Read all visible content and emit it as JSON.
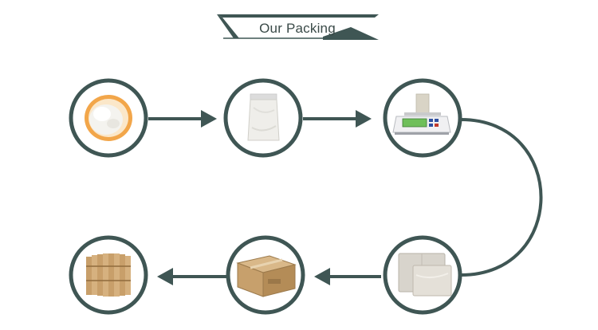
{
  "header": {
    "title": "Our Packing"
  },
  "colors": {
    "accent": "#3f5654",
    "ring": "#3f5654",
    "background": "#ffffff"
  },
  "steps": [
    {
      "name": "powder-in-bowl",
      "icon": "powder-bowl-icon"
    },
    {
      "name": "sealed-bag",
      "icon": "sealed-bag-icon"
    },
    {
      "name": "weighing-scale",
      "icon": "scale-icon"
    },
    {
      "name": "foil-bags",
      "icon": "foil-bag-icon"
    },
    {
      "name": "carton-box",
      "icon": "carton-box-icon"
    },
    {
      "name": "stacked-drums",
      "icon": "drums-icon"
    }
  ]
}
